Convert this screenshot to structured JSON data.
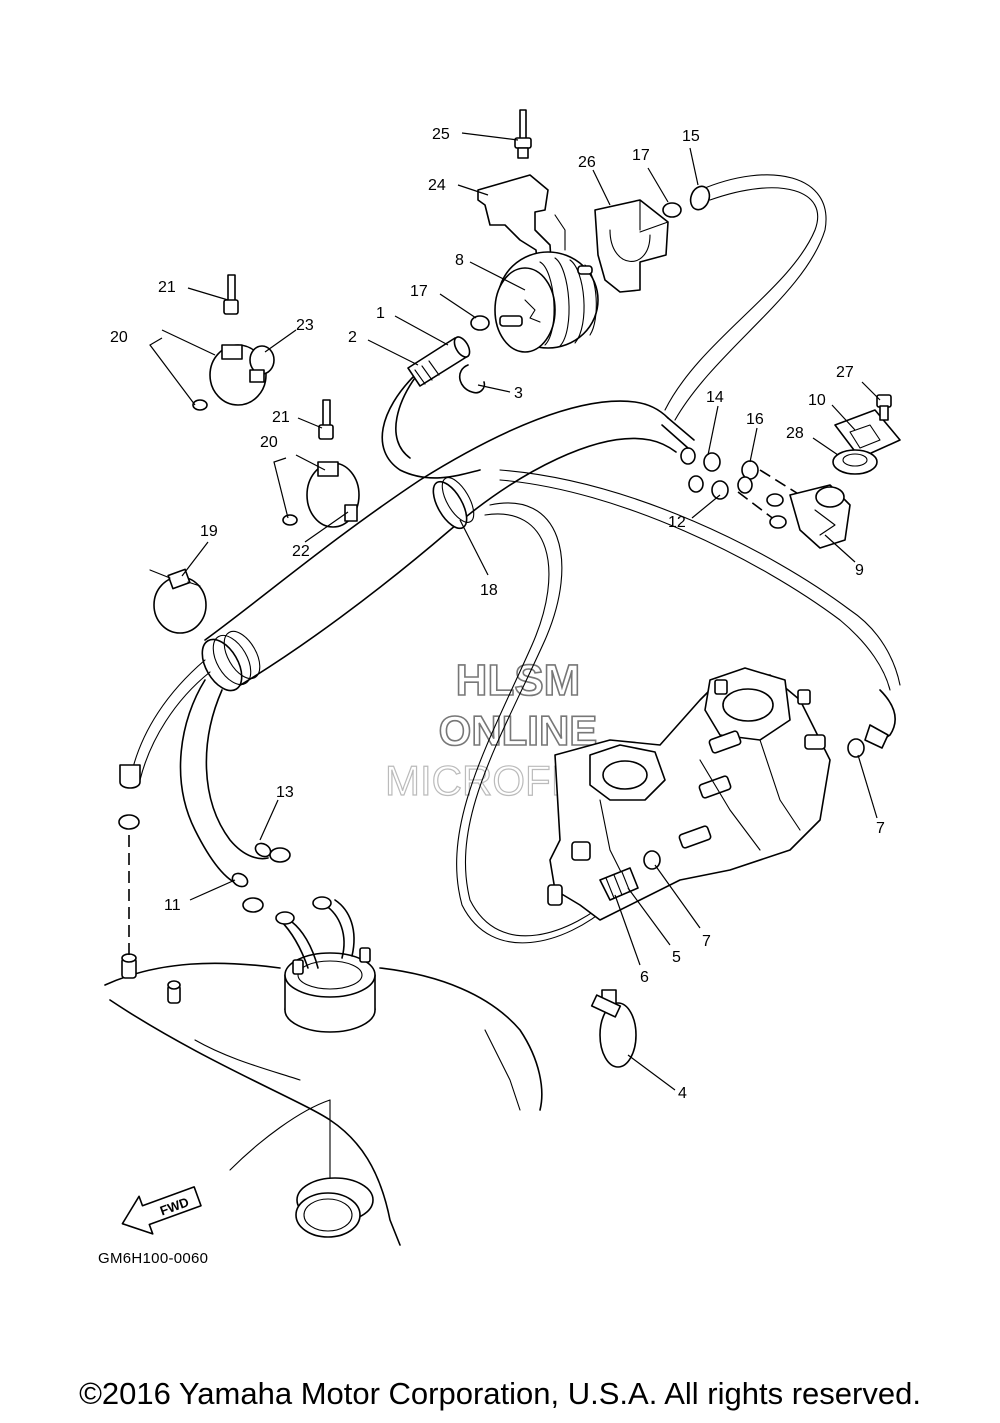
{
  "diagram": {
    "drawing_code": "GM6H100-0060",
    "fwd_arrow_label": "FWD",
    "copyright": "©2016 Yamaha Motor Corporation, U.S.A. All rights reserved.",
    "watermark": {
      "line1": "HLSM",
      "line2": "ONLINE",
      "line3": "MICROFICHE"
    },
    "callouts": [
      "1",
      "2",
      "3",
      "4",
      "5",
      "6",
      "7",
      "7",
      "7",
      "8",
      "9",
      "10",
      "11",
      "12",
      "13",
      "14",
      "15",
      "16",
      "17",
      "17",
      "18",
      "19",
      "20",
      "20",
      "21",
      "21",
      "22",
      "23",
      "24",
      "25",
      "26",
      "27",
      "28"
    ]
  }
}
